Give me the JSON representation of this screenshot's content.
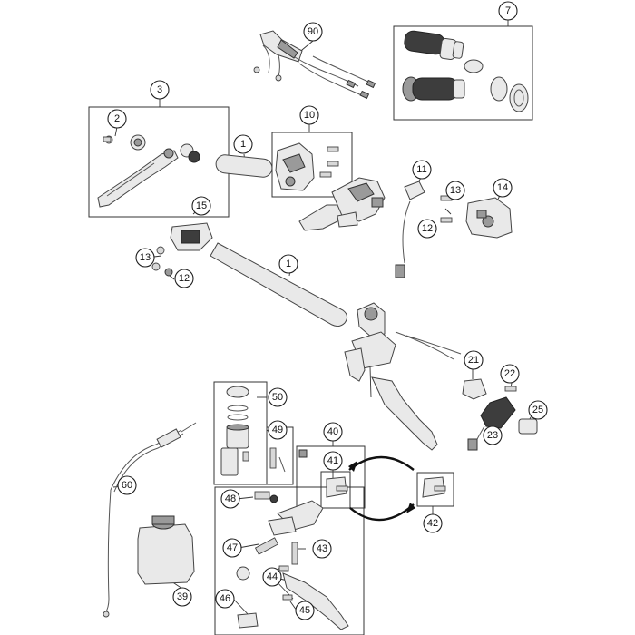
{
  "callouts": {
    "c90": "90",
    "c7": "7",
    "c3": "3",
    "c2": "2",
    "c10": "10",
    "c1a": "1",
    "c11": "11",
    "c13a": "13",
    "c14": "14",
    "c12a": "12",
    "c15": "15",
    "c13b": "13",
    "c12b": "12",
    "c1b": "1",
    "c21": "21",
    "c22": "22",
    "c50": "50",
    "c25": "25",
    "c49": "49",
    "c40": "40",
    "c41": "41",
    "c23": "23",
    "c60": "60",
    "c48": "48",
    "c42": "42",
    "c47": "47",
    "c43": "43",
    "c44": "44",
    "c39": "39",
    "c46": "46",
    "c45": "45"
  }
}
